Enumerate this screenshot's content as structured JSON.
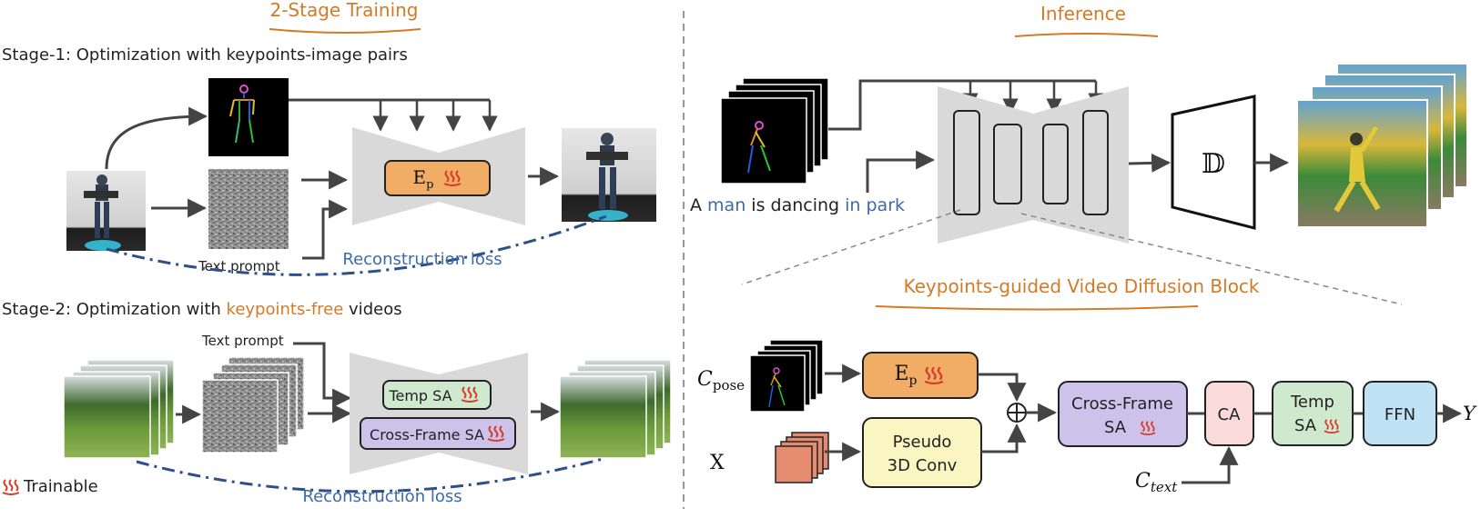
{
  "colors": {
    "orange_text": "#d47a26",
    "blue_text": "#3d6aa8",
    "dash_blue": "#2d4f8a",
    "encoder_fill": "#f1ad66",
    "temp_fill": "#cfe9cf",
    "crossframe_fill": "#cdc3ea",
    "pseudo_fill": "#fbf5c2",
    "ca_fill": "#fbdada",
    "ffn_fill": "#bfe3f5",
    "unet_gray": "#d9d9d9",
    "flame": "#d63b2a"
  },
  "icons": [
    "flame-icon",
    "plus-circle-icon"
  ],
  "training": {
    "title": "2-Stage Training",
    "stage1": {
      "label": "Stage-1: Optimization with keypoints-image pairs",
      "encoder": "E",
      "encoder_sub": "p",
      "text_prompt": "Text prompt",
      "loss": "Reconstruction loss"
    },
    "stage2": {
      "label_prefix": "Stage-2: Optimization with ",
      "label_highlight": "keypoints-free",
      "label_suffix": " videos",
      "text_prompt": "Text prompt",
      "temp_sa": "Temp SA",
      "cross_frame_sa": "Cross-Frame SA",
      "loss": "Reconstruction loss"
    },
    "trainable": "Trainable"
  },
  "inference": {
    "title": "Inference",
    "prompt": {
      "w1": "A",
      "w2": "man",
      "w3": "is dancing",
      "w4": "in park"
    },
    "decoder": "𝔻"
  },
  "block": {
    "title": "Keypoints-guided Video Diffusion Block",
    "c_pose": "C",
    "c_pose_sub": "pose",
    "x": "X",
    "encoder": "E",
    "encoder_sub": "p",
    "pseudo_line1": "Pseudo",
    "pseudo_line2": "3D Conv",
    "cross_line1": "Cross-Frame",
    "cross_line2": "SA",
    "ca": "CA",
    "temp_line1": "Temp",
    "temp_line2": "SA",
    "ffn": "FFN",
    "y": "Y",
    "c_text": "C",
    "c_text_sub": "text"
  }
}
